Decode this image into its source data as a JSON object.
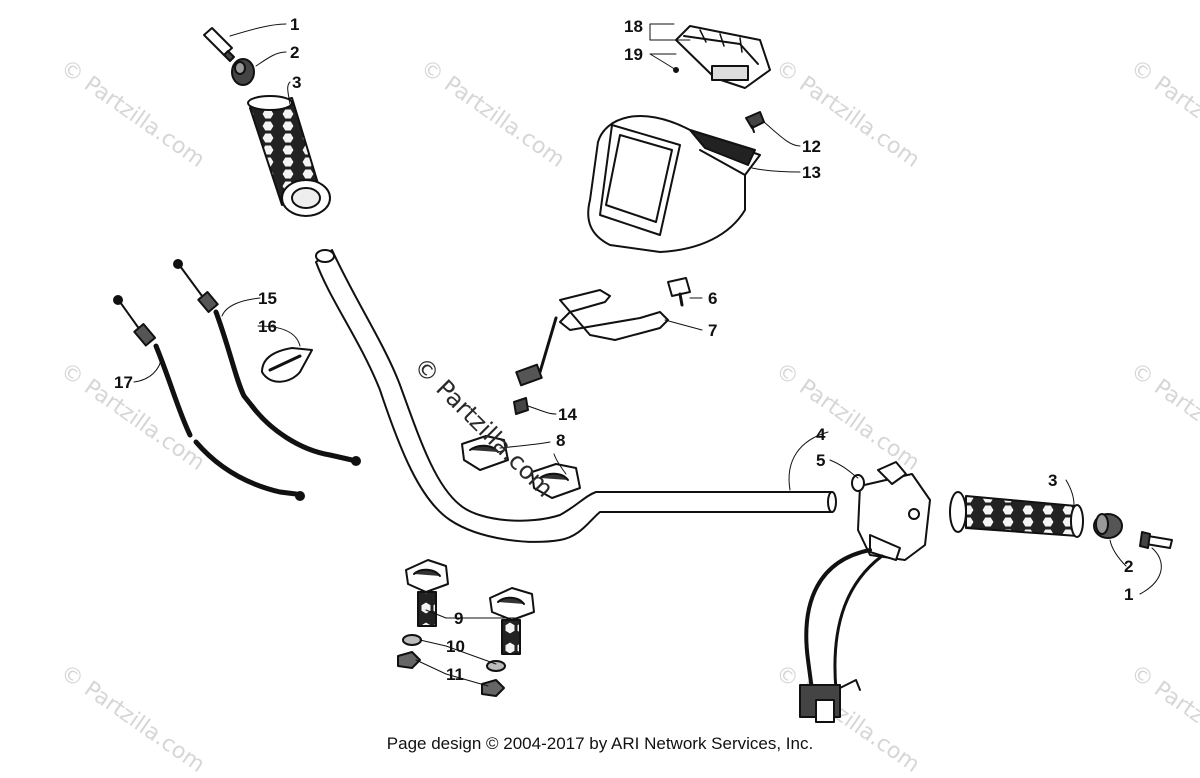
{
  "diagram": {
    "watermark_text": "© Partzilla.com",
    "footer_text": "Page design © 2004-2017 by ARI Network Services, Inc.",
    "callouts": {
      "c1a": "1",
      "c2a": "2",
      "c3a": "3",
      "c4": "4",
      "c5": "5",
      "c6": "6",
      "c7": "7",
      "c8": "8",
      "c9": "9",
      "c10": "10",
      "c11": "11",
      "c12": "12",
      "c13": "13",
      "c14": "14",
      "c15": "15",
      "c16": "16",
      "c17": "17",
      "c18": "18",
      "c19": "19",
      "c3b": "3",
      "c2b": "2",
      "c1b": "1"
    }
  }
}
